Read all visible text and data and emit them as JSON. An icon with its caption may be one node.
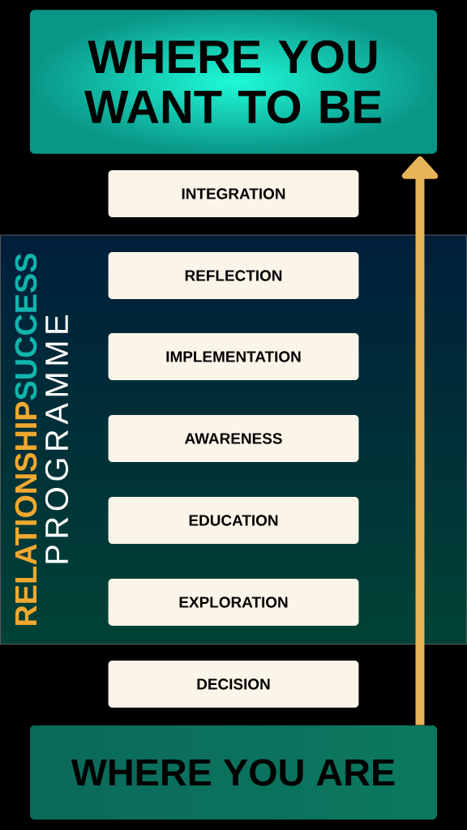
{
  "diagram": {
    "nodes": [
      {
        "text": [
          "WHERE YOU WANT TO BE"
        ]
      },
      {
        "text": [
          "INTEGRATION"
        ]
      },
      {
        "text": [
          "RELATIONSHIP",
          "SUCCESS",
          "PROGRAMME"
        ]
      },
      {
        "text": [
          "REFLECTION"
        ],
        "in": 2
      },
      {
        "text": [
          "IMPLEMENTATION"
        ],
        "in": 2
      },
      {
        "text": [
          "AWARENESS"
        ],
        "in": 2
      },
      {
        "text": [
          "EDUCATION"
        ],
        "in": 2
      },
      {
        "text": [
          "EXPLORATION"
        ],
        "in": 2
      },
      {
        "text": [
          "DECISION"
        ]
      },
      {
        "text": [
          "WHERE YOU ARE"
        ]
      }
    ],
    "edges": [
      {
        "from": 9,
        "to": 0,
        "arrow": "to"
      }
    ]
  }
}
